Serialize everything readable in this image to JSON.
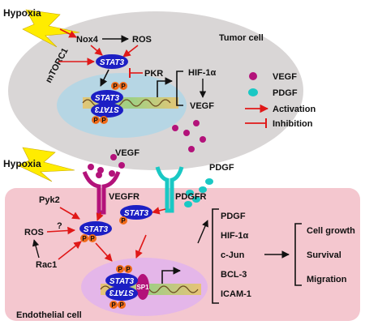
{
  "labels": {
    "hypoxia_top": "Hypoxia",
    "hypoxia_bottom": "Hypoxia",
    "nox4": "Nox4",
    "ros_top": "ROS",
    "mtorc1": "mTORC1",
    "pkr": "PKR",
    "hif_top": "HIF-1α",
    "vegf_top": "VEGF",
    "tumor_cell": "Tumor cell",
    "vegf_mid": "VEGF",
    "pdgf_mid": "PDGF",
    "vegfr": "VEGFR",
    "pdgfr": "PDGFR",
    "pyk2": "Pyk2",
    "ros_bottom": "ROS",
    "question": "?",
    "rac1": "Rac1",
    "endothelial_cell": "Endothelial cell",
    "stat3": "STAT3",
    "p": "P",
    "sp1": "SP1"
  },
  "legend": {
    "vegf": "VEGF",
    "pdgf": "PDGF",
    "activation": "Activation",
    "inhibition": "Inhibition"
  },
  "target_genes": [
    "PDGF",
    "HIF-1α",
    "c-Jun",
    "BCL-3",
    "ICAM-1"
  ],
  "outcomes": [
    "Cell growth",
    "Survival",
    "Migration"
  ],
  "colors": {
    "tumor_cell": "#d9d6d6",
    "nucleus": "#b6d6e4",
    "endothelial_cell": "#f4c7cf",
    "endo_nucleus": "#e4b6e9",
    "stat3": "#1c1fc4",
    "phospho": "#f06a18",
    "vegf": "#b3127a",
    "pdgf": "#1ac8c4",
    "activation": "#e01818",
    "lightning": "#ffec00"
  }
}
